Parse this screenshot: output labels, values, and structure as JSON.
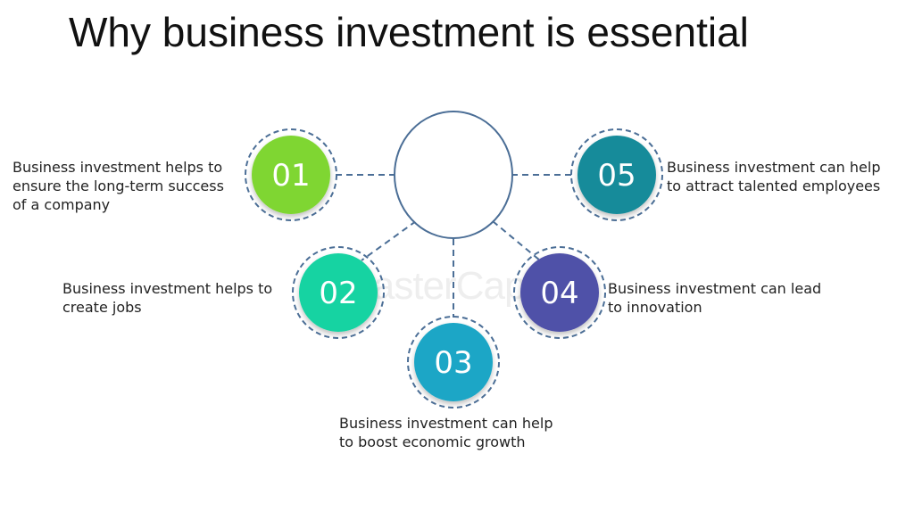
{
  "title": "Why business investment is essential",
  "watermark": "FasterCapital",
  "items": [
    {
      "number": "01",
      "text": "Business investment helps to ensure the long-term success of a company",
      "color": "#7fd633"
    },
    {
      "number": "02",
      "text": "Business investment helps to create jobs",
      "color": "#18d3a2"
    },
    {
      "number": "03",
      "text": "Business investment can help to boost economic growth",
      "color": "#1aa6c6"
    },
    {
      "number": "04",
      "text": "Business investment can lead to innovation",
      "color": "#5051a8"
    },
    {
      "number": "05",
      "text": "Business investment can help to attract talented employees",
      "color": "#178b9a"
    }
  ],
  "colors": {
    "hub_stroke": "#4b6e96",
    "connector": "#4b6e96",
    "title": "#111111"
  }
}
